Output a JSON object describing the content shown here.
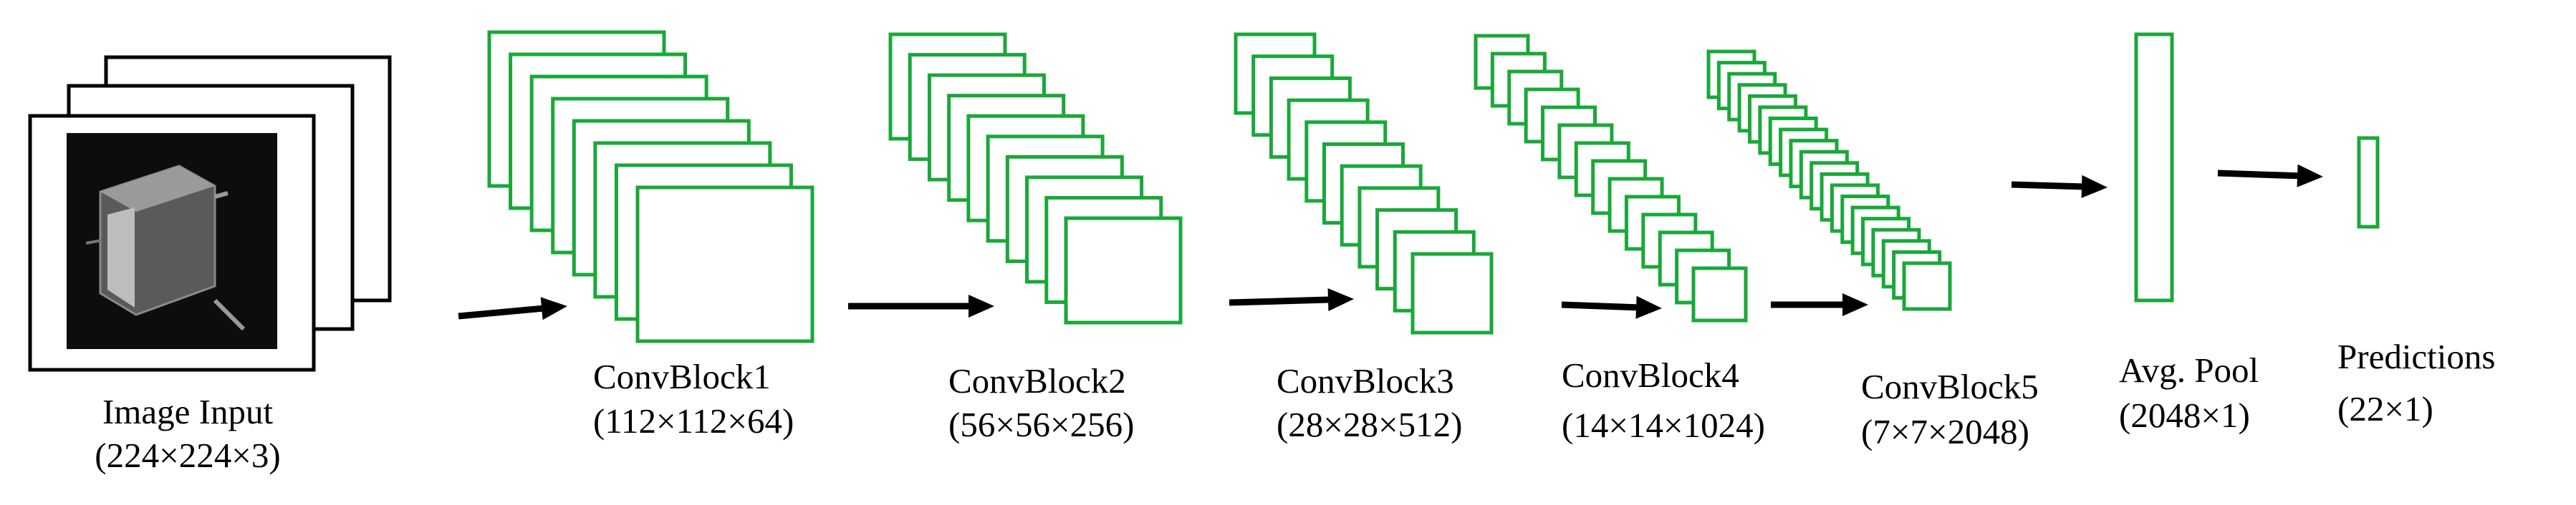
{
  "colors": {
    "block_stroke": "#1aa83a",
    "arrow": "#000000",
    "frame": "#000000",
    "background": "#ffffff"
  },
  "input": {
    "label": "Image Input",
    "dims": "(224×224×3)"
  },
  "blocks": [
    {
      "label": "ConvBlock1",
      "dims": "(112×112×64)",
      "num_layers": 8
    },
    {
      "label": "ConvBlock2",
      "dims": "(56×56×256)",
      "num_layers": 10
    },
    {
      "label": "ConvBlock3",
      "dims": "(28×28×512)",
      "num_layers": 11
    },
    {
      "label": "ConvBlock4",
      "dims": "(14×14×1024)",
      "num_layers": 14
    },
    {
      "label": "ConvBlock5",
      "dims": "(7×7×2048)",
      "num_layers": 20
    }
  ],
  "pool": {
    "label": "Avg. Pool",
    "dims": "(2048×1)"
  },
  "output": {
    "label": "Predictions",
    "dims": "(22×1)"
  }
}
